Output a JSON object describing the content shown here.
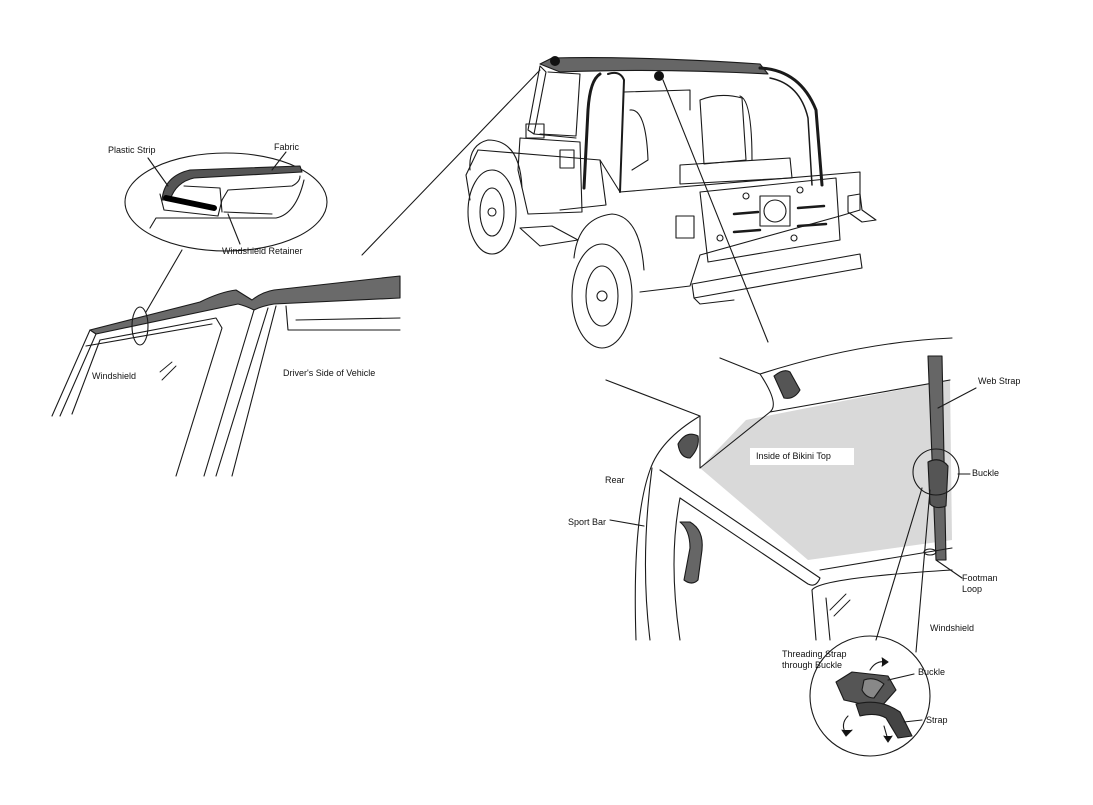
{
  "labels": {
    "plastic_strip": "Plastic  Strip",
    "fabric": "Fabric",
    "windshield_retainer": "Windshield  Retainer",
    "windshield_left": "Windshield",
    "drivers_side": "Driver's  Side  of  Vehicle",
    "web_strap": "Web  Strap",
    "inside_bikini_top": "Inside  of  Bikini  Top",
    "buckle_top": "Buckle",
    "rear": "Rear",
    "sport_bar": "Sport  Bar",
    "footman_loop": "Footman\nLoop",
    "windshield_right": "Windshield",
    "threading_strap": "Threading Strap\nthrough Buckle",
    "buckle_bottom": "Buckle",
    "strap": "Strap"
  },
  "colors": {
    "line": "#1a1a1a",
    "fabric_fill": "#555555",
    "bikini_panel": "#d9d9d9",
    "strap_fill": "#6b6b6b"
  }
}
